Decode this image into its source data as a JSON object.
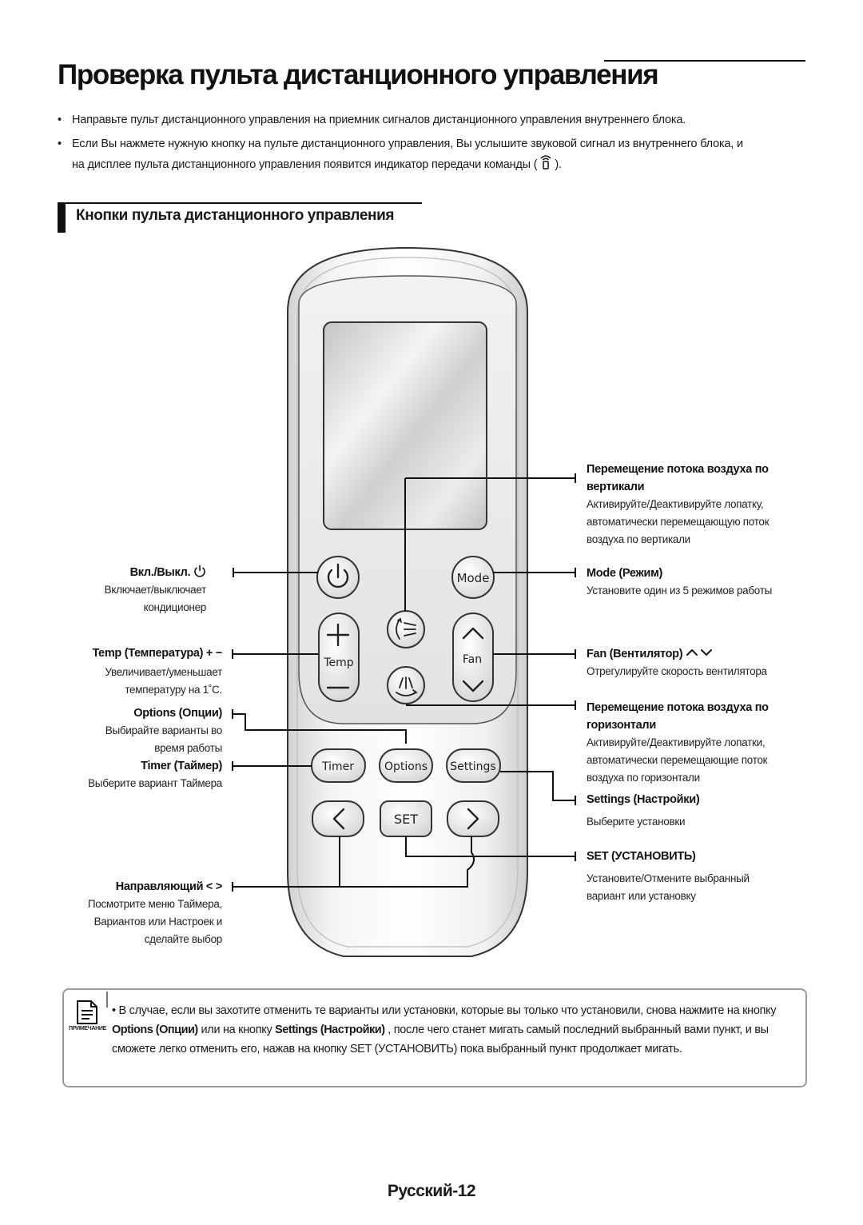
{
  "page": {
    "title": "Проверка пульта дистанционного управления",
    "bullets": [
      "Направьте пульт дистанционного управления на приемник сигналов дистанционного управления внутреннего блока.",
      "Если Вы нажмете нужную кнопку на пульте дистанционного управления, Вы услышите звуковой сигнал из внутреннего блока, и",
      "на дисплее пульта дистанционного управления появится индикатор передачи команды (",
      ")."
    ],
    "section_title": "Кнопки пульта дистанционного управления"
  },
  "remote": {
    "buttons": {
      "mode": "Mode",
      "temp": "Temp",
      "fan": "Fan",
      "timer": "Timer",
      "options": "Options",
      "settings": "Settings",
      "set": "SET"
    },
    "icons": [
      "power-icon",
      "plus-icon",
      "minus-icon",
      "vertical-swing-icon",
      "horizontal-swing-icon",
      "chevron-up-icon",
      "chevron-down-icon",
      "chevron-left-icon",
      "chevron-right-icon"
    ]
  },
  "labels": {
    "power": {
      "title": "Вкл./Выкл.",
      "desc": [
        "Включает/выключает",
        "кондиционер"
      ]
    },
    "temp": {
      "title": "Temp (Температура) + −",
      "desc": [
        "Увеличивает/уменьшает",
        "температуру на 1˚C."
      ]
    },
    "options": {
      "title": "Options (Опции)",
      "desc": [
        "Выбирайте варианты во",
        "время работы"
      ]
    },
    "timer": {
      "title": "Timer (Таймер)",
      "desc": [
        "Выберите вариант Таймера"
      ]
    },
    "nav": {
      "title": "Направляющий < >",
      "desc": [
        "Посмотрите меню Таймера,",
        "Вариантов или Настроек и",
        "сделайте выбор"
      ]
    },
    "vswing": {
      "title": [
        "Перемещение потока воздуха по",
        "вертикали"
      ],
      "desc": [
        "Активируйте/Деактивируйте лопатку,",
        "автоматически перемещающую поток",
        "воздуха по вертикали"
      ]
    },
    "mode": {
      "title": "Mode (Режим)",
      "desc": [
        "Установите один из 5 режимов работы"
      ]
    },
    "fan": {
      "title": "Fan (Вентилятор)",
      "desc": [
        "Отрегулируйте скорость вентилятора"
      ]
    },
    "hswing": {
      "title": [
        "Перемещение потока воздуха по",
        "горизонтали"
      ],
      "desc": [
        "Активируйте/Деактивируйте лопатки,",
        "автоматически перемещающие поток",
        "воздуха по горизонтали"
      ]
    },
    "settings": {
      "title": "Settings (Настройки)",
      "desc": [
        "Выберите установки"
      ]
    },
    "set": {
      "title": "SET (УСТАНОВИТЬ)",
      "desc": [
        "Установите/Отмените выбранный",
        "вариант или установку"
      ]
    }
  },
  "note": {
    "label": "ПРИМЕЧАНИЕ",
    "bullet": "•",
    "t1": "В случае, если вы захотите отменить те варианты или установки, которые вы только что установили, снова нажмите",
    "t2": "на кнопку",
    "b1": "Options (Опции)",
    "t3": "или на кнопку",
    "b2": "Settings (Настройки)",
    "t4": ", после чего станет мигать самый  последний выбранный вами пункт, и вы сможете легко отменить его, нажав на  кнопку SET (УСТАНОВИТЬ) пока выбранный пункт продолжает мигать."
  },
  "footer": "Русский-12"
}
